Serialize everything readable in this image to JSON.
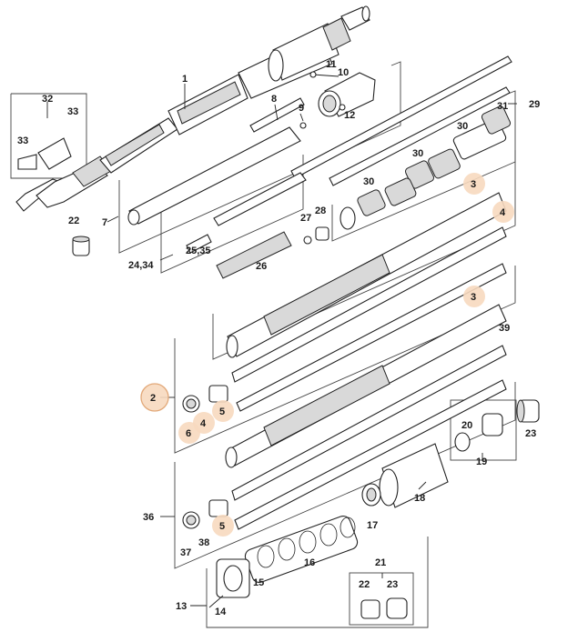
{
  "callouts": {
    "c1": "1",
    "c2": "2",
    "c3a": "3",
    "c3b": "3",
    "c4a": "4",
    "c4b": "4",
    "c5a": "5",
    "c5b": "5",
    "c6": "6",
    "c7": "7",
    "c8": "8",
    "c9": "9",
    "c10": "10",
    "c11": "11",
    "c12": "12",
    "c13": "13",
    "c14": "14",
    "c15": "15",
    "c16": "16",
    "c17": "17",
    "c18": "18",
    "c19": "19",
    "c20": "20",
    "c21": "21",
    "c22a": "22",
    "c22b": "22",
    "c23a": "23",
    "c23b": "23",
    "c24": "24,34",
    "c25": "25,35",
    "c26": "26",
    "c27": "27",
    "c28": "28",
    "c29": "29",
    "c30a": "30",
    "c30b": "30",
    "c30c": "30",
    "c31": "31",
    "c32": "32",
    "c33a": "33",
    "c33b": "33",
    "c36": "36",
    "c37": "37",
    "c38": "38",
    "c39": "39"
  },
  "colors": {
    "highlight": "#f7d9bf",
    "highlight_stroke": "#e2a878",
    "line": "#222222"
  }
}
